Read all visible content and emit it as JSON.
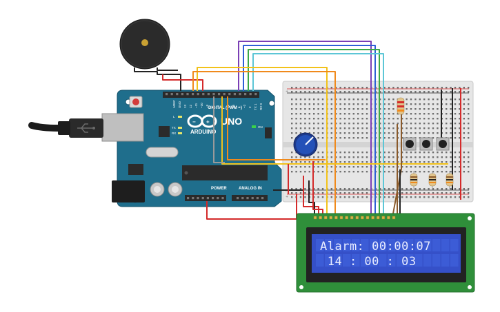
{
  "arduino": {
    "brand": "ARDUINO",
    "model": "UNO",
    "digital_label": "DIGITAL (PWM ~)",
    "power_label": "POWER",
    "analog_label": "ANALOG IN",
    "on_label": "ON",
    "tx_label": "TX",
    "rx_label": "RX",
    "l_label": "L",
    "aref_label": "AREF",
    "gnd_label": "GND",
    "pin13": "13",
    "pin12": "12",
    "pin11": "~11",
    "pin10": "~10",
    "pin9": "~9",
    "pin8": "8",
    "pin7": "7",
    "pin6": "~6",
    "pin5": "~5",
    "pin4": "4",
    "pin3": "~3",
    "pin2": "2",
    "pin1": "TX 1",
    "pin0": "RX 0"
  },
  "lcd": {
    "line1": "Alarm: 00:00:07",
    "line2": " 14 : 00 : 03"
  },
  "colors": {
    "arduino_board": "#1f6e8c",
    "breadboard": "#e4e4e4",
    "lcd_pcb": "#2f8f3a",
    "lcd_screen": "#3550c8",
    "wire_red": "#d42a2a",
    "wire_black": "#222222",
    "wire_yellow": "#f2c21a",
    "wire_orange": "#f08a1c",
    "wire_purple": "#7a3fb5",
    "wire_blue": "#2e5fd6",
    "wire_green": "#3aa846",
    "wire_cyan": "#5cc6d6",
    "wire_gray": "#9a9a9a",
    "wire_brown": "#8a5a2b"
  }
}
